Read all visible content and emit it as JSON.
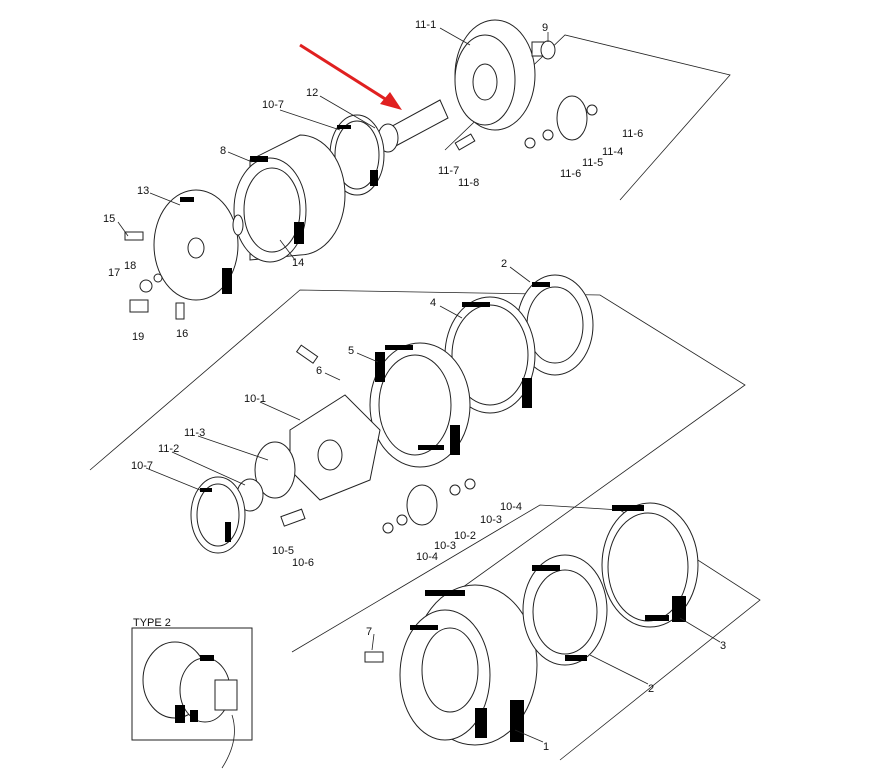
{
  "diagram": {
    "type2_label": "TYPE 2",
    "labels": {
      "p11_1": "11-1",
      "p9": "9",
      "p12": "12",
      "p10_7a": "10-7",
      "p8": "8",
      "p13": "13",
      "p15": "15",
      "p17": "17",
      "p18": "18",
      "p19": "19",
      "p16": "16",
      "p14": "14",
      "p11_7": "11-7",
      "p11_8": "11-8",
      "p11_6a": "11-6",
      "p11_4": "11-4",
      "p11_5": "11-5",
      "p11_6b": "11-6",
      "p2a": "2",
      "p4": "4",
      "p5": "5",
      "p6": "6",
      "p10_1": "10-1",
      "p11_3": "11-3",
      "p11_2": "11-2",
      "p10_7b": "10-7",
      "p10_5": "10-5",
      "p10_6": "10-6",
      "p10_4a": "10-4",
      "p10_3a": "10-3",
      "p10_2": "10-2",
      "p10_3b": "10-3",
      "p10_4b": "10-4",
      "p7": "7",
      "p1": "1",
      "p2b": "2",
      "p3": "3"
    },
    "highlight_arrow_color": "#e02020"
  }
}
